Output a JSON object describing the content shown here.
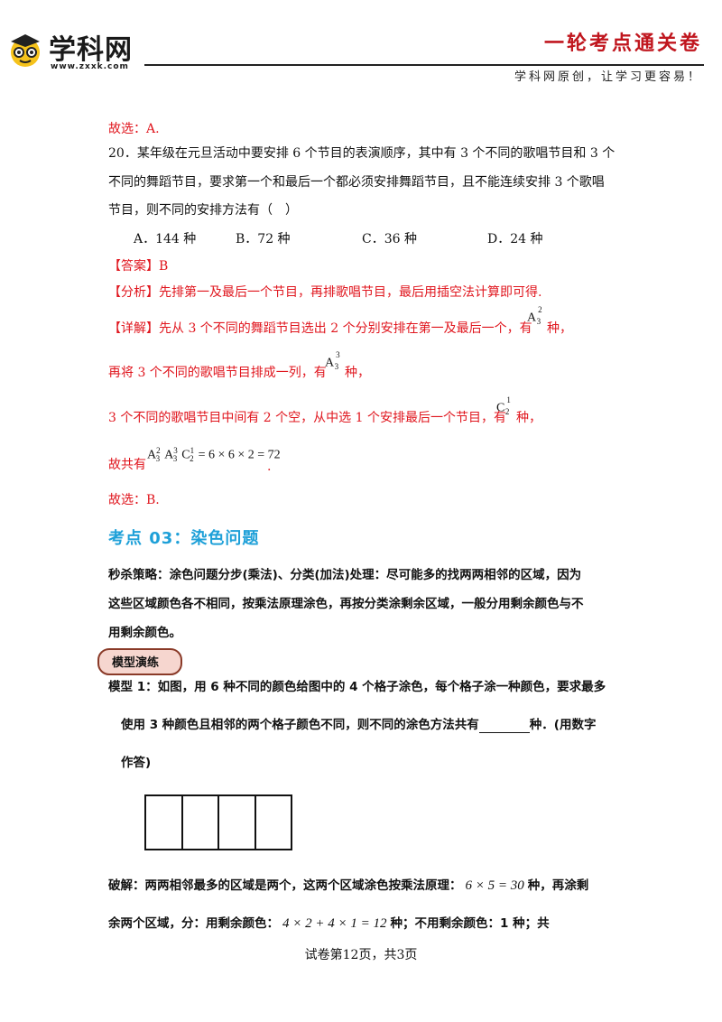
{
  "header": {
    "logo_text": "学科网",
    "logo_url": "www.zxxk.com",
    "title": "一轮考点通关卷",
    "slogan": "学科网原创，让学习更容易！"
  },
  "prev": {
    "conclusion": "故选：A."
  },
  "q20": {
    "line1": "20．某年级在元旦活动中要安排 6 个节目的表演顺序，其中有 3 个不同的歌唱节目和 3 个",
    "line2": "不同的舞蹈节目，要求第一个和最后一个都必须安排舞蹈节目，且不能连续安排 3 个歌唱",
    "line3": "节目，则不同的安排方法有（　）",
    "options": [
      "A．144 种",
      "B．72 种",
      "C．36 种",
      "D．24 种"
    ],
    "answer": "【答案】B",
    "analysis": "【分析】先排第一及最后一个节目，再排歌唱节目，最后用插空法计算即可得.",
    "detail1": "【详解】先从 3 个不同的舞蹈节目选出 2 个分别安排在第一及最后一个，有",
    "detail1_end": "种，",
    "detail2": "再将 3 个不同的歌唱节目排成一列，有",
    "detail2_end": "种，",
    "detail3": "3 个不同的歌唱节目中间有 2 个空，从中选 1 个安排最后一个节目，有",
    "detail3_end": "种，",
    "detail4": "故共有",
    "formula_rhs": "= 6 × 6 × 2 = 72",
    "conclusion": "故选：B."
  },
  "section": {
    "title": "考点 03：染色问题",
    "strategy_line1": "秒杀策略：涂色问题分步(乘法)、分类(加法)处理：尽可能多的找两两相邻的区域，因为",
    "strategy_line2": "这些区域颜色各不相同，按乘法原理涂色，再按分类涂剩余区域，一般分用剩余颜色与不",
    "strategy_line3": "用剩余颜色。",
    "badge": "模型演练"
  },
  "model1": {
    "line1": "模型 1：如图，用 6 种不同的颜色给图中的 4 个格子涂色，每个格子涂一种颜色，要求最多",
    "line2a": "使用 3 种颜色且相邻的两个格子颜色不同，则不同的涂色方法共有",
    "line2b": "种．(用数字",
    "line3": "作答)"
  },
  "solution": {
    "line1a": "破解：两两相邻最多的区域是两个，这两个区域涂色按乘法原理：",
    "formula1": "6 × 5 = 30",
    "line1b": "种，再涂剩",
    "line2a": "余两个区域，分：用剩余颜色：",
    "formula2": "4 × 2 + 4 × 1 = 12",
    "line2b": "种；不用剩余颜色：1 种；共"
  },
  "footer": "试卷第12页，共3页"
}
